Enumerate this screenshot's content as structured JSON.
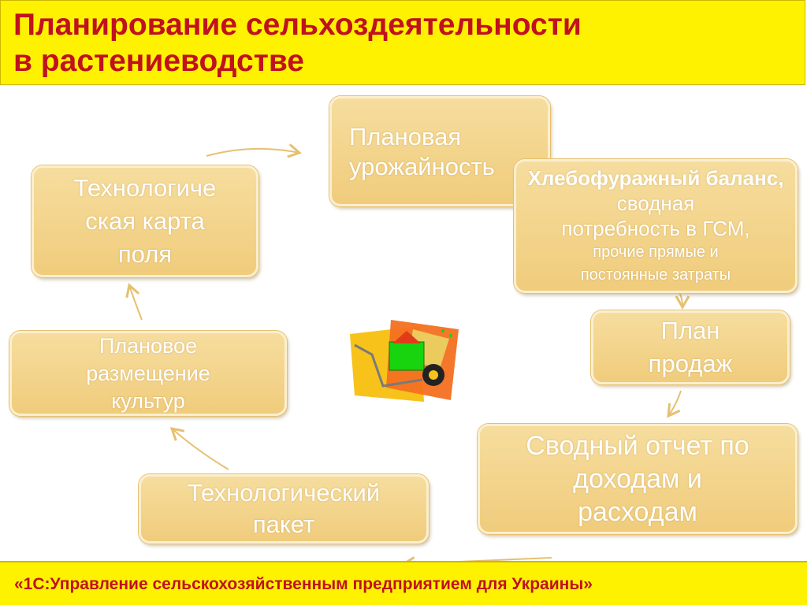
{
  "header": {
    "title_line1": "Планирование сельхоздеятельности",
    "title_line2": "в растениеводстве"
  },
  "nodes": {
    "planned_yield": "Плановая урожайность",
    "tech_map": [
      "Технологиче",
      "ская карта",
      "поля"
    ],
    "grain_balance": {
      "bold": "Хлебофуражный баланс,",
      "rest": "сводная",
      "line2": "потребность в ГСМ,",
      "line3": "прочие прямые и",
      "line4": "постоянные затраты"
    },
    "sales_plan": [
      "План",
      "продаж"
    ],
    "crop_placement": [
      "Плановое",
      "размещение",
      "культур"
    ],
    "summary_report": [
      "Сводный отчет по",
      "доходам и",
      "расходам"
    ],
    "tech_package": [
      "Технологический",
      "пакет"
    ]
  },
  "footer": {
    "text": "«1С:Управление сельскохозяйственным предприятием для Украины»"
  },
  "colors": {
    "header_bg": "#fff200",
    "title_text": "#c0111f",
    "box_fill": "#f0cc7c",
    "arrow": "#e6c070"
  },
  "icons": {
    "center_clipart": "wheelbarrow-icon"
  }
}
